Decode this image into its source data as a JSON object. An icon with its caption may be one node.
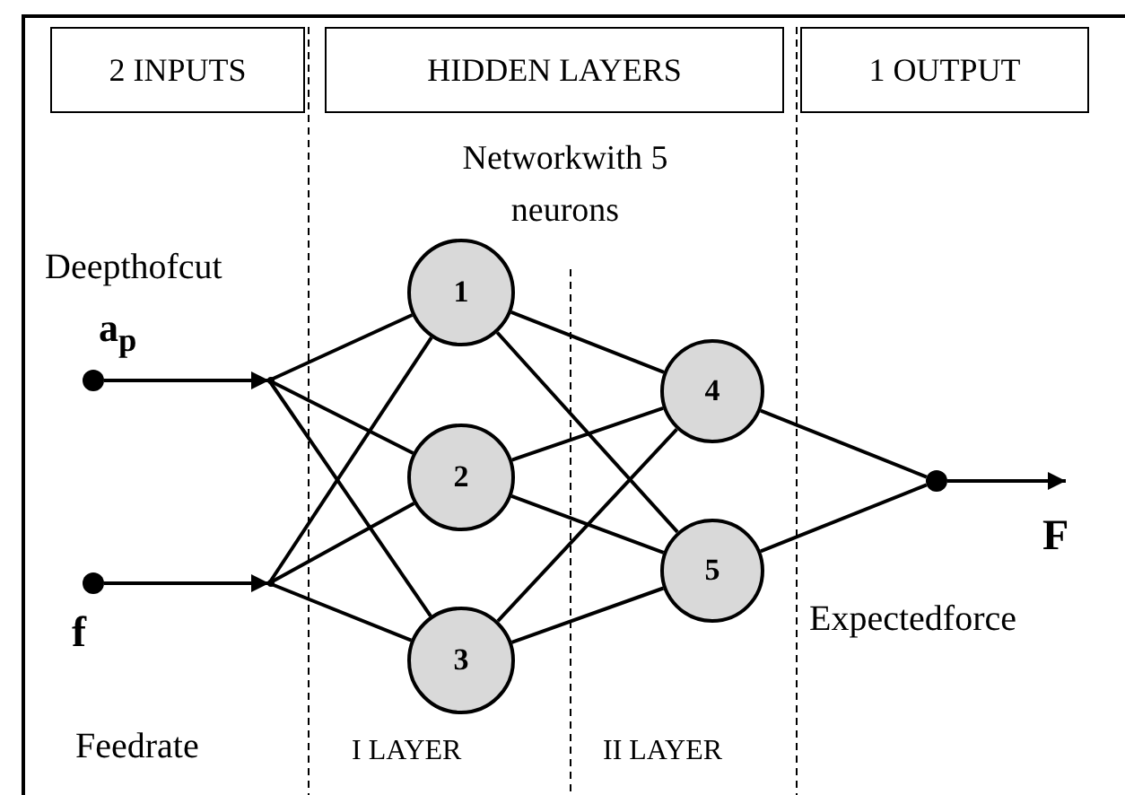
{
  "diagram": {
    "nodes": [
      {
        "text": [
          "2 INPUTS"
        ]
      },
      {
        "text": [
          "HIDDEN LAYERS"
        ]
      },
      {
        "text": [
          "1 OUTPUT"
        ]
      },
      {
        "text": [],
        "shape": "circle",
        "beside": [
          "Deepthofcut",
          "a$_{p}$"
        ]
      },
      {
        "text": [],
        "shape": "circle",
        "beside": [
          "f",
          "Feedrate"
        ]
      },
      {
        "text": [],
        "shape": "point"
      },
      {
        "text": [],
        "shape": "point"
      },
      {
        "text": [
          "1"
        ]
      },
      {
        "text": [
          "2"
        ]
      },
      {
        "text": [
          "3"
        ]
      },
      {
        "text": [
          "4"
        ]
      },
      {
        "text": [
          "5"
        ]
      },
      {
        "text": [],
        "shape": "circle",
        "beside": [
          "F",
          "Expectedforce"
        ]
      }
    ],
    "edges": [
      {
        "from": 3,
        "to": 5,
        "arrow": "to"
      },
      {
        "from": 4,
        "to": 6,
        "arrow": "to"
      },
      {
        "from": 5,
        "to": 7,
        "arrow": "none"
      },
      {
        "from": 5,
        "to": 8,
        "arrow": "none"
      },
      {
        "from": 5,
        "to": 9,
        "arrow": "none"
      },
      {
        "from": 6,
        "to": 7,
        "arrow": "none"
      },
      {
        "from": 6,
        "to": 8,
        "arrow": "none"
      },
      {
        "from": 6,
        "to": 9,
        "arrow": "none"
      },
      {
        "from": 7,
        "to": 10,
        "arrow": "none"
      },
      {
        "from": 7,
        "to": 11,
        "arrow": "none"
      },
      {
        "from": 8,
        "to": 10,
        "arrow": "none"
      },
      {
        "from": 8,
        "to": 11,
        "arrow": "none"
      },
      {
        "from": 9,
        "to": 10,
        "arrow": "none"
      },
      {
        "from": 9,
        "to": 11,
        "arrow": "none"
      },
      {
        "from": 10,
        "to": 12,
        "arrow": "none"
      },
      {
        "from": 11,
        "to": 12,
        "arrow": "none"
      },
      {
        "from": 12,
        "to": null,
        "arrow": "to"
      }
    ],
    "labels": [
      "Networkwith 5 neurons",
      "I LAYER",
      "II LAYER"
    ]
  }
}
